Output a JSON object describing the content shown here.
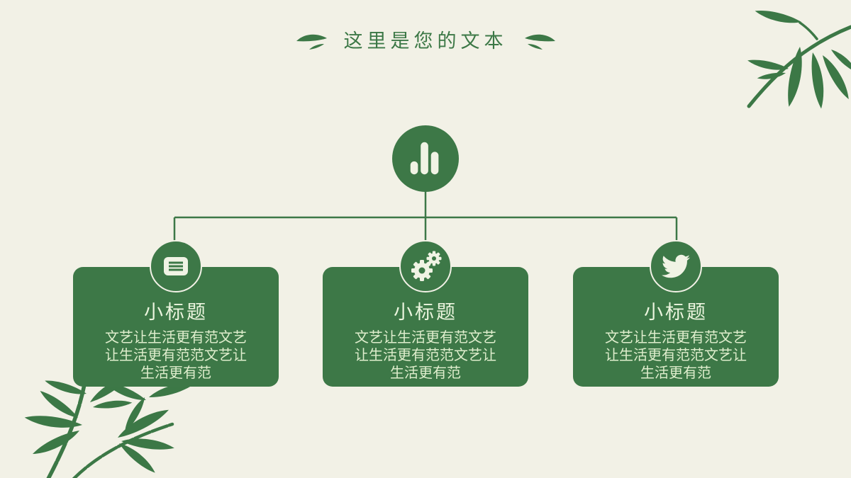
{
  "slide": {
    "colors": {
      "background": "#f2f1e6",
      "accent_green": "#3d7847",
      "title_green": "#3c7846",
      "card_title_text": "#ebf5de",
      "card_body_text": "#dfeecd"
    },
    "header": {
      "title": "这里是您的文本",
      "left_ornament_icon": "bamboo-flourish-icon",
      "right_ornament_icon": "bamboo-flourish-icon"
    },
    "diagram": {
      "root_icon": "bar-chart-icon",
      "cards": [
        {
          "icon": "document-list-icon",
          "title": "小标题",
          "body_lines": [
            "文艺让生活更有范文艺",
            "让生活更有范范文艺让",
            "生活更有范"
          ]
        },
        {
          "icon": "gears-icon",
          "title": "小标题",
          "body_lines": [
            "文艺让生活更有范文艺",
            "让生活更有范范文艺让",
            "生活更有范"
          ]
        },
        {
          "icon": "twitter-bird-icon",
          "title": "小标题",
          "body_lines": [
            "文艺让生活更有范文艺",
            "让生活更有范范文艺让",
            "生活更有范"
          ]
        }
      ]
    },
    "decorations": {
      "top_right": "bamboo-branch-decoration",
      "bottom_left": "bamboo-stalks-decoration"
    }
  }
}
